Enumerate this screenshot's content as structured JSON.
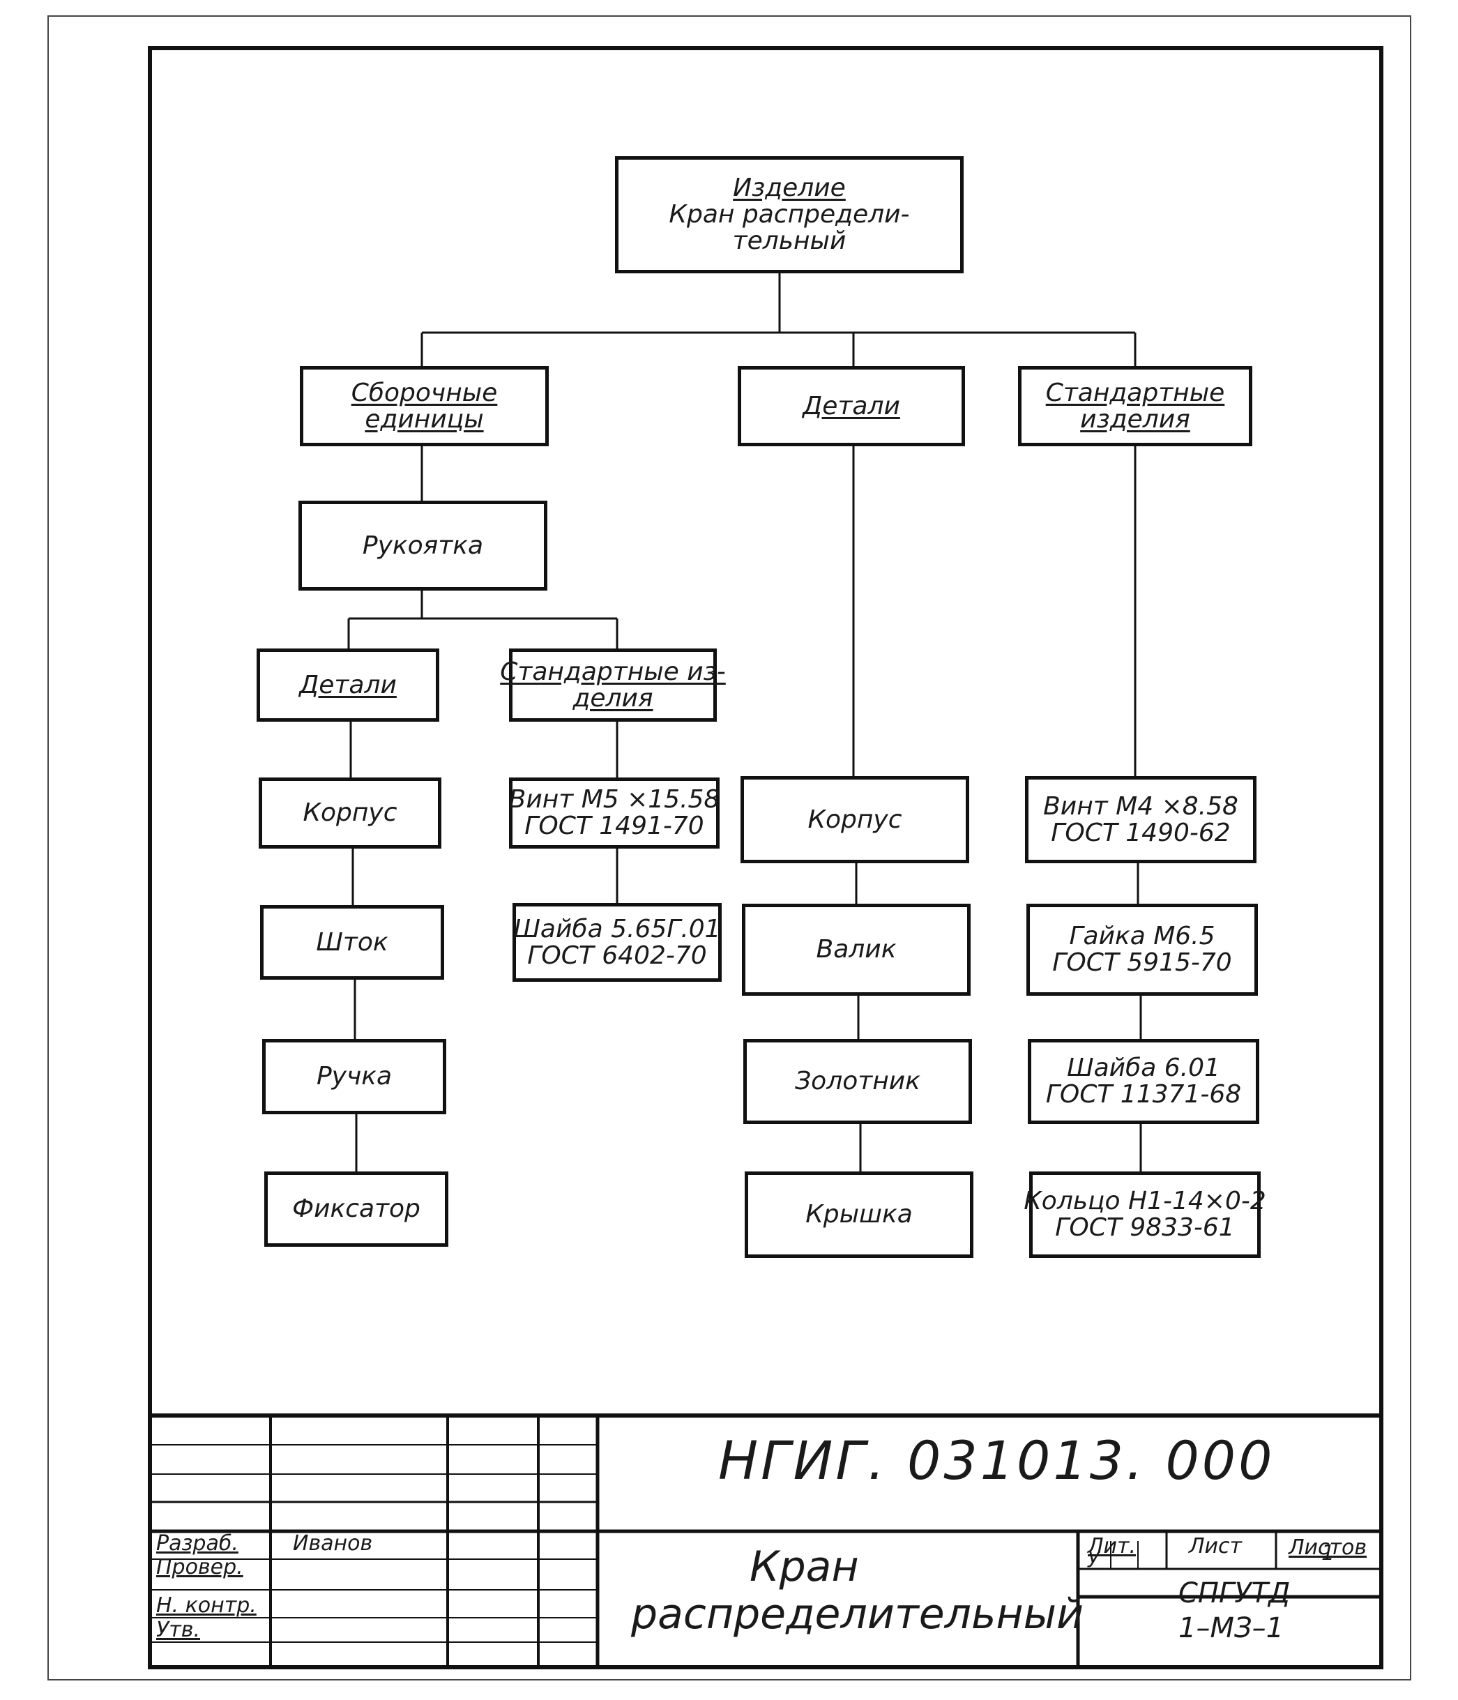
{
  "diagram": {
    "root": {
      "title": "Изделие",
      "name_line1": "Кран распредели-",
      "name_line2": "тельный"
    },
    "groups": {
      "assembly_units": {
        "line1": "Сборочные",
        "line2": "единицы"
      },
      "parts": {
        "label": "Детали"
      },
      "standard_items": {
        "line1": "Стандартные",
        "line2": "изделия"
      }
    },
    "assembly": {
      "name": "Рукоятка",
      "parts_group": "Детали",
      "standard_group": {
        "line1": "Стандартные из-",
        "line2": "делия"
      },
      "parts": [
        "Корпус",
        "Шток",
        "Ручка",
        "Фиксатор"
      ],
      "standard_items": [
        {
          "line1": "Винт М5 ×15.58",
          "line2": "ГОСТ 1491-70"
        },
        {
          "line1": "Шайба 5.65Г.01",
          "line2": "ГОСТ 6402-70"
        }
      ]
    },
    "parts": [
      "Корпус",
      "Валик",
      "Золотник",
      "Крышка"
    ],
    "standard_items": [
      {
        "line1": "Винт М4 ×8.58",
        "line2": "ГОСТ 1490-62"
      },
      {
        "line1": "Гайка М6.5",
        "line2": "ГОСТ 5915-70"
      },
      {
        "line1": "Шайба 6.01",
        "line2": "ГОСТ 11371-68"
      },
      {
        "line1": "Кольцо Н1-14×0-2",
        "line2": "ГОСТ 9833-61"
      }
    ]
  },
  "title_block": {
    "designation": "НГИГ. 031013. 000",
    "rows": {
      "developed": "Разраб.",
      "checked": "Провер.",
      "norm_control": "Н. контр.",
      "approved": "Утв."
    },
    "developer": "Иванов",
    "product_line1": "Кран",
    "product_line2": "распределительный",
    "lit_label": "Лит.",
    "sheet_label": "Лист",
    "sheets_label": "Листов",
    "lit_value": "у",
    "sheets_value": "1",
    "org_line1": "СПГУТД",
    "org_line2": "1–МЗ–1"
  }
}
